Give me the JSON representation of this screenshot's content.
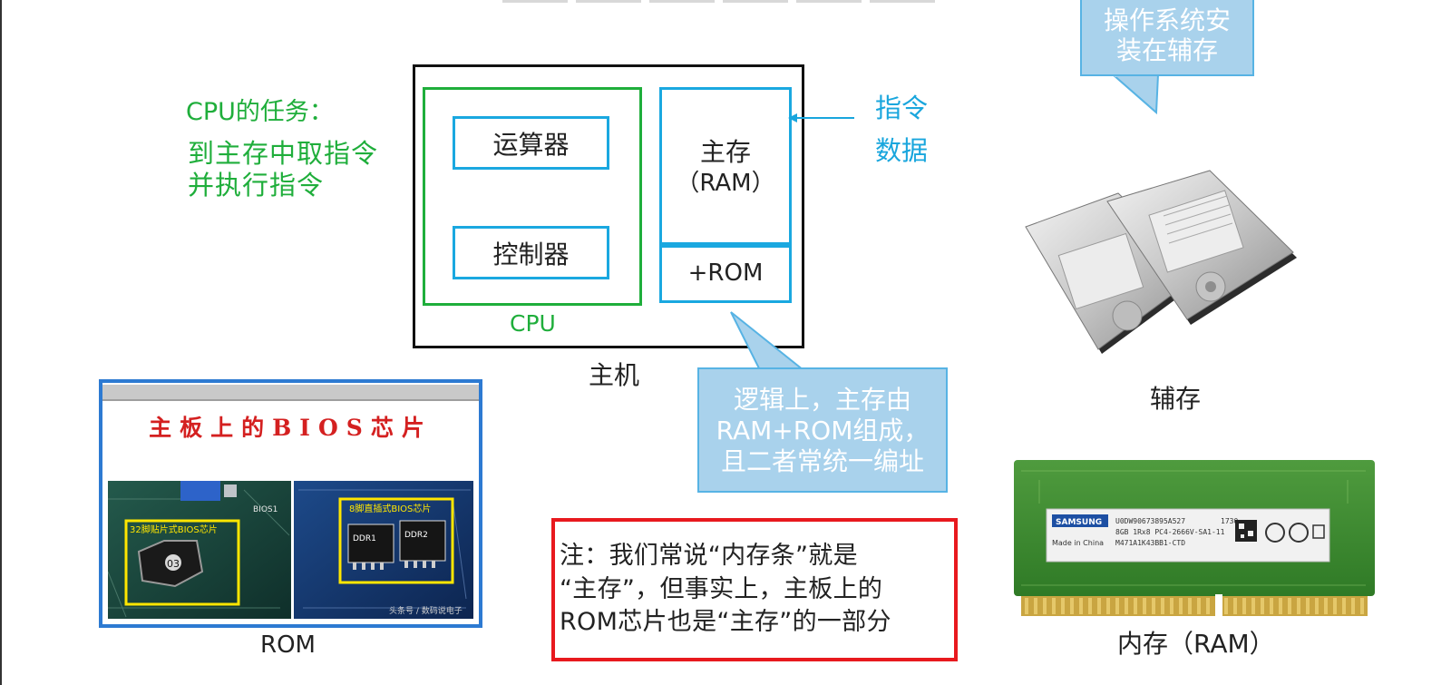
{
  "cpu_task": {
    "title": "CPU的任务：",
    "line1": "到主存中取指令",
    "line2": "并执行指令"
  },
  "host": {
    "alu": "运算器",
    "controller": "控制器",
    "main_memory_line1": "主存",
    "main_memory_line2": "（RAM）",
    "rom": "+ROM",
    "cpu_label": "CPU",
    "host_label": "主机"
  },
  "flow": {
    "instruction": "指令",
    "data": "数据"
  },
  "callouts": {
    "os_line1": "操作系统安",
    "os_line2": "装在辅存",
    "logic_line1": "逻辑上，主存由",
    "logic_line2": "RAM+ROM组成，",
    "logic_line3": "且二者常统一编址"
  },
  "storage": {
    "aux_label": "辅存",
    "ram_label": "内存（RAM）",
    "rom_label": "ROM"
  },
  "bios_panel": {
    "title": "主板上的BIOS芯片",
    "chip1_tag": "32脚贴片式BIOS芯片",
    "chip2_tag": "8脚直插式BIOS芯片",
    "chip_marking": "03",
    "ddr_tag1": "DDR1",
    "ddr_tag2": "DDR2",
    "board_tag": "BIOS1",
    "watermark": "头条号 / 数码说电子"
  },
  "ram_stick": {
    "brand": "SAMSUNG",
    "origin": "Made in China",
    "part_line1": "U0DW90673895A527",
    "part_line2": "8GB 1Rx8 PC4-2666V-SA1-11",
    "part_line3": "M471A1K43BB1-CTD",
    "date_code": "1730"
  },
  "note": {
    "line1": "注：我们常说“内存条”就是",
    "line2": "“主存”，但事实上，主板上的",
    "line3": "ROM芯片也是“主存”的一部分"
  }
}
